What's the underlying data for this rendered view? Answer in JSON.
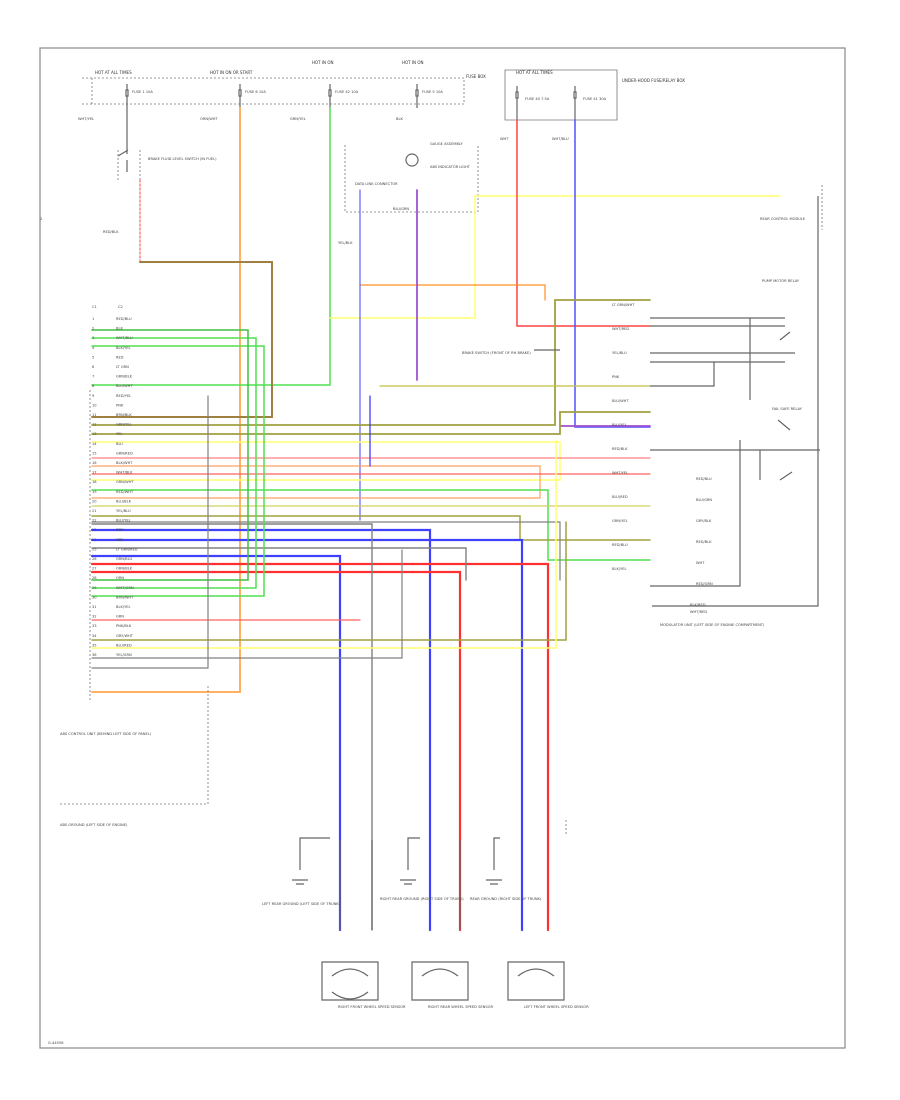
{
  "corner_code": "G-44556",
  "left_hint": "2",
  "top_labels": {
    "hot_at_all_times_1": "HOT AT ALL TIMES",
    "hot_in_on_or_start": "HOT IN ON OR START",
    "hot_in_on_1": "HOT IN ON",
    "hot_in_on_2": "HOT IN ON",
    "fuse_box": "FUSE BOX",
    "hot_at_all_times_2": "HOT AT ALL TIMES",
    "under_hood_relay_box": "UNDER-HOOD FUSE/RELAY BOX"
  },
  "fuses": [
    "FUSE 1 10A",
    "FUSE 6 10A",
    "FUSE 42 10A",
    "FUSE 5 10A",
    "FUSE 40 7.5A",
    "FUSE 41 30A"
  ],
  "upper_wires": [
    "WHT/YEL",
    "ORN/WHT",
    "GRN/YEL",
    "BLK",
    "WHT",
    "WHT/BLU",
    "RED/BLK",
    "YEL/BLK",
    "BLU/GRN"
  ],
  "components": {
    "brake_switch": "BRAKE FLUID LEVEL SWITCH (IN FUEL)",
    "gauge_assembly": "GAUGE ASSEMBLY",
    "abs_indicator": "ABS INDICATOR LIGHT",
    "data_link": "DATA LINK CONNECTOR",
    "rear_control": "REAR CONTROL MODULE",
    "pump_motor": "PUMP MOTOR RELAY",
    "fail_safe": "FAIL SAFE RELAY",
    "abs_control_unit": "ABS CONTROL UNIT (BEHIND LEFT SIDE OF PANEL)",
    "modulator": "MODULATOR UNIT (LEFT SIDE OF ENGINE COMPARTMENT)",
    "left_ground": "LEFT REAR GROUND (LEFT SIDE OF TRUNK)",
    "right_ground": "RIGHT REAR GROUND (RIGHT SIDE OF TRUNK)",
    "rear_ground": "REAR GROUND (RIGHT SIDE OF TRUNK)",
    "abs_ground": "ABS GROUND (LEFT SIDE OF ENGINE)",
    "brake_switch_front": "BRAKE SWITCH (FRONT OF RH BRAKE)"
  },
  "sensors": [
    {
      "label": "RIGHT FRONT WHEEL SPEED SENSOR"
    },
    {
      "label": "RIGHT REAR WHEEL SPEED SENSOR"
    },
    {
      "label": "LEFT FRONT WHEEL SPEED SENSOR"
    }
  ],
  "pin_headers": [
    "C1",
    "C2"
  ],
  "ecu_wires": [
    "RED/BLU",
    "BLK",
    "WHT/BLU",
    "BLK/YEL",
    "RED",
    "LT GRN",
    "GRN/BLK",
    "BLU/WHT",
    "RED/YEL",
    "PNK",
    "BRN/BLK",
    "GRN/YEL",
    "YEL",
    "BLU",
    "GRN/RED",
    "BLK/WHT",
    "WHT/BLK",
    "GRN/WHT",
    "RED/WHT",
    "BLU/BLK",
    "YEL/BLU",
    "BLU/YEL",
    "BRN",
    "GRY",
    "LT GRN/RED",
    "GRN/BLU",
    "ORN/BLK",
    "ORN",
    "WHT/GRN",
    "BRN/WHT",
    "BLK/YEL",
    "GRN",
    "PNK/BLK",
    "GRY/WHT",
    "BLU/RED",
    "YEL/GRN"
  ],
  "right_wires": [
    "LT GRN/WHT",
    "WHT/RED",
    "YEL/BLU",
    "PNK",
    "BLU/WHT",
    "BLU/YEL",
    "RED/BLK",
    "WHT/YEL",
    "BLU/RED",
    "GRN/YEL",
    "RED/BLU",
    "BLK/YEL"
  ],
  "lower_right_labels": [
    "RED/BLU",
    "BLU/GRN",
    "GRY/BLK",
    "RED/BLK",
    "WHT",
    "RED/GRN"
  ],
  "motor_labels": [
    "BLK/RED",
    "WHT/RED"
  ],
  "colors": {
    "red": "#ff3030",
    "blue": "#3030ff",
    "green": "#40e040",
    "yellow": "#ffff60",
    "orange": "#ffa040",
    "olive": "#808020",
    "gray": "#808080",
    "pink": "#ff80c0",
    "purple": "#8040c0"
  }
}
